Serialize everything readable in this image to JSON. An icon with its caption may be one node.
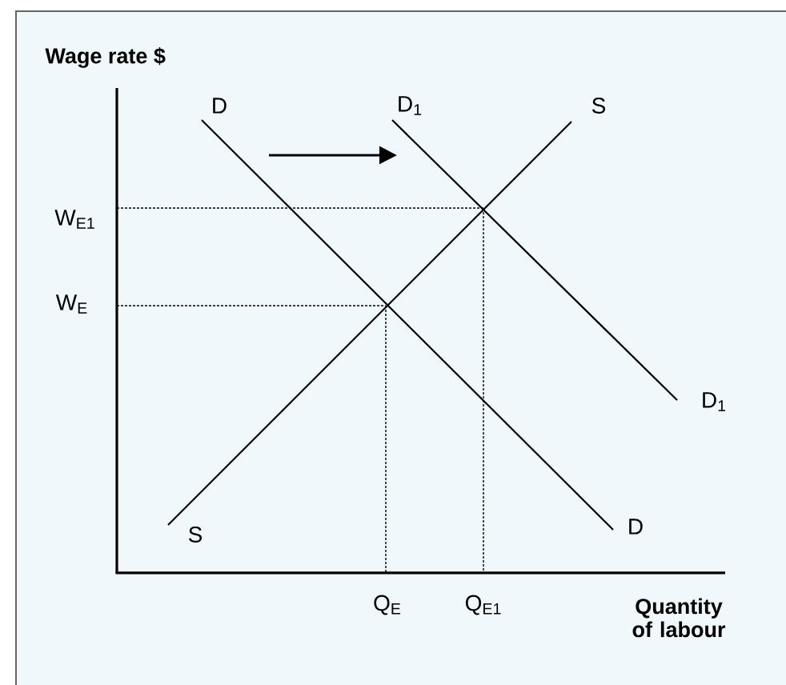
{
  "diagram": {
    "title": "Wage rate $",
    "labels": [
      "D",
      "D$_{1}$",
      "S",
      "W$_{E1}$",
      "W$_{E}$",
      "D$_{1}$",
      "S",
      "D",
      "Q$_{E}$",
      "Q$_{E1}$",
      "Quantity of labour"
    ]
  }
}
